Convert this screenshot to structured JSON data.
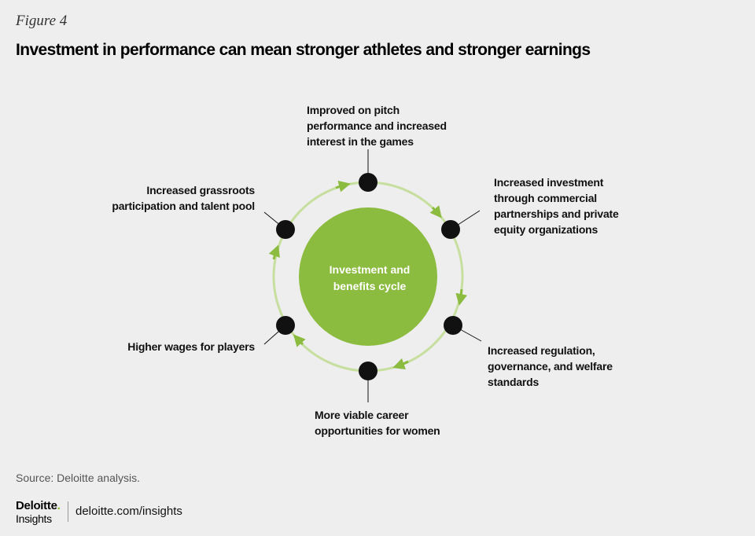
{
  "figure_label": "Figure 4",
  "title": "Investment in performance can mean stronger athletes and stronger earnings",
  "center_label": "Investment and\nbenefits cycle",
  "nodes": [
    {
      "label": "Improved on pitch\nperformance and increased\ninterest in the games"
    },
    {
      "label": "Increased investment\nthrough commercial\npartnerships and private\nequity organizations"
    },
    {
      "label": "Increased regulation,\ngovernance, and welfare\nstandards"
    },
    {
      "label": "More viable career\nopportunities for women"
    },
    {
      "label": "Higher wages for players"
    },
    {
      "label": "Increased grassroots\nparticipation and talent pool"
    }
  ],
  "source": "Source: Deloitte analysis.",
  "brand": {
    "name": "Deloitte",
    "dot": ".",
    "sub": "Insights"
  },
  "site": "deloitte.com/insights",
  "colors": {
    "accent_green": "#8bbb3f",
    "node": "#111111",
    "background": "#eeeeee"
  }
}
